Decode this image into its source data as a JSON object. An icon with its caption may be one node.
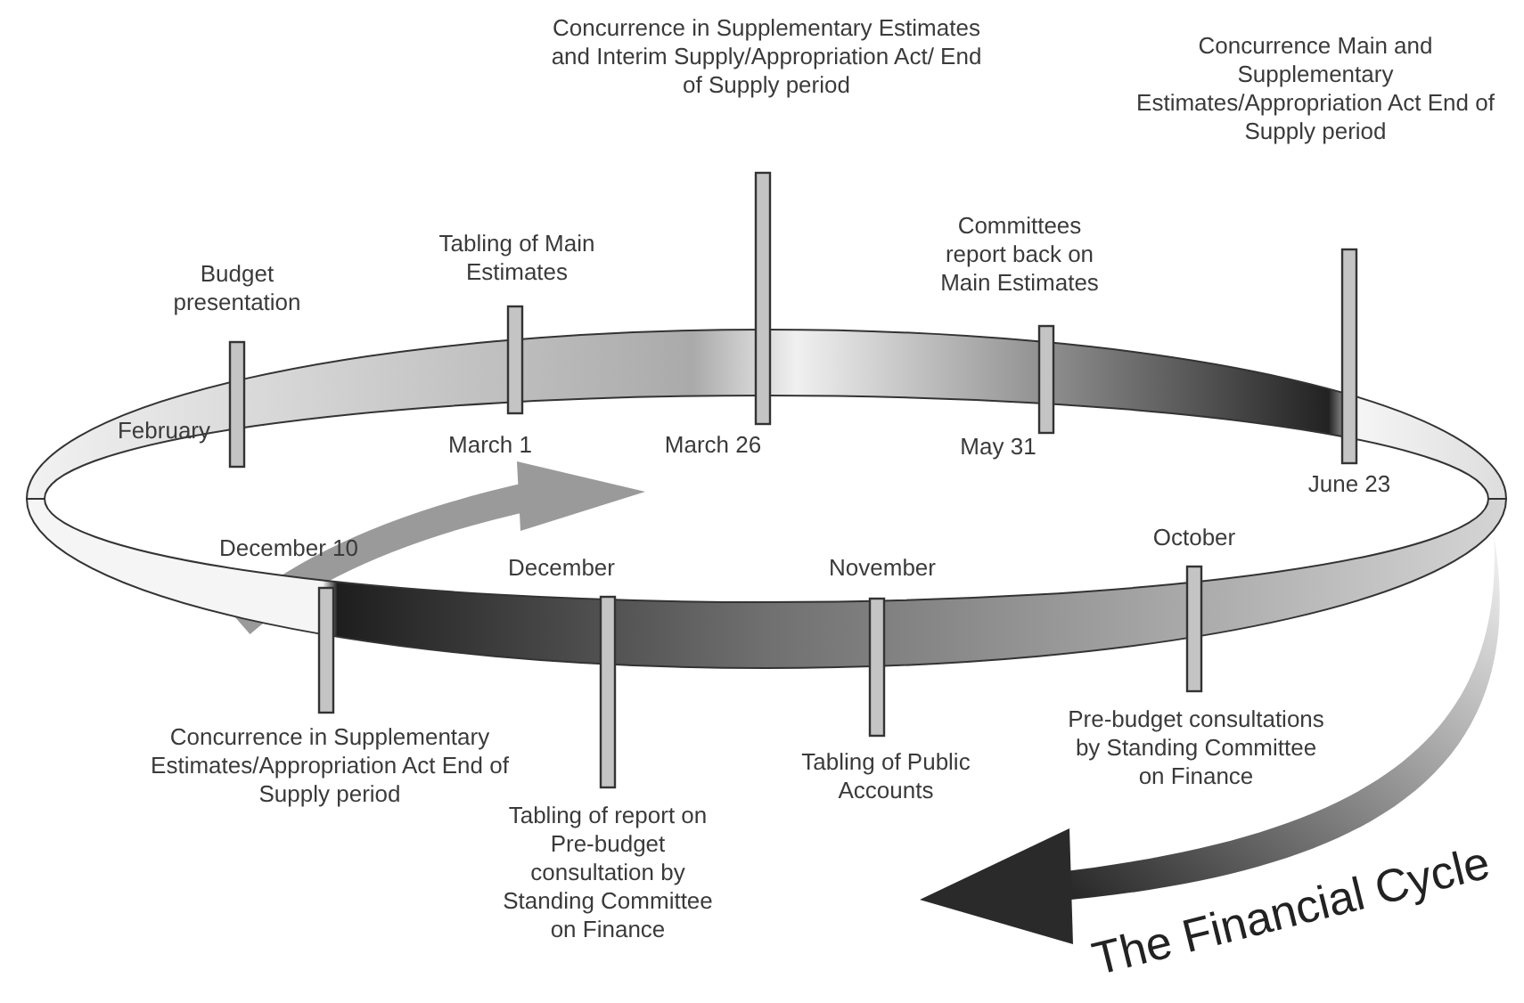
{
  "diagram": {
    "title": "The Financial Cycle",
    "nodes": [
      {
        "text": [
          "Budget presentation"
        ]
      },
      {
        "text": [
          "Tabling of Main Estimates"
        ]
      },
      {
        "text": [
          "Concurrence in Supplementary Estimates and Interim Supply/Appropriation Act/ End of Supply period"
        ]
      },
      {
        "text": [
          "Committees report back on Main Estimates"
        ]
      },
      {
        "text": [
          "Concurrence Main and Supplementary Estimates/Appropriation Act End of Supply period"
        ]
      },
      {
        "text": [
          "Concurrence in Supplementary Estimates/Appropriation Act End of Supply period"
        ]
      },
      {
        "text": [
          "Tabling of report on Pre-budget consultation by Standing Committee on Finance"
        ]
      },
      {
        "text": [
          "Tabling of Public Accounts"
        ]
      },
      {
        "text": [
          "Pre-budget consultations by Standing Committee on Finance"
        ]
      }
    ],
    "labels": [
      "February",
      "March 1",
      "March 26",
      "May 31",
      "June 23",
      "December 10",
      "December",
      "November",
      "October"
    ]
  }
}
